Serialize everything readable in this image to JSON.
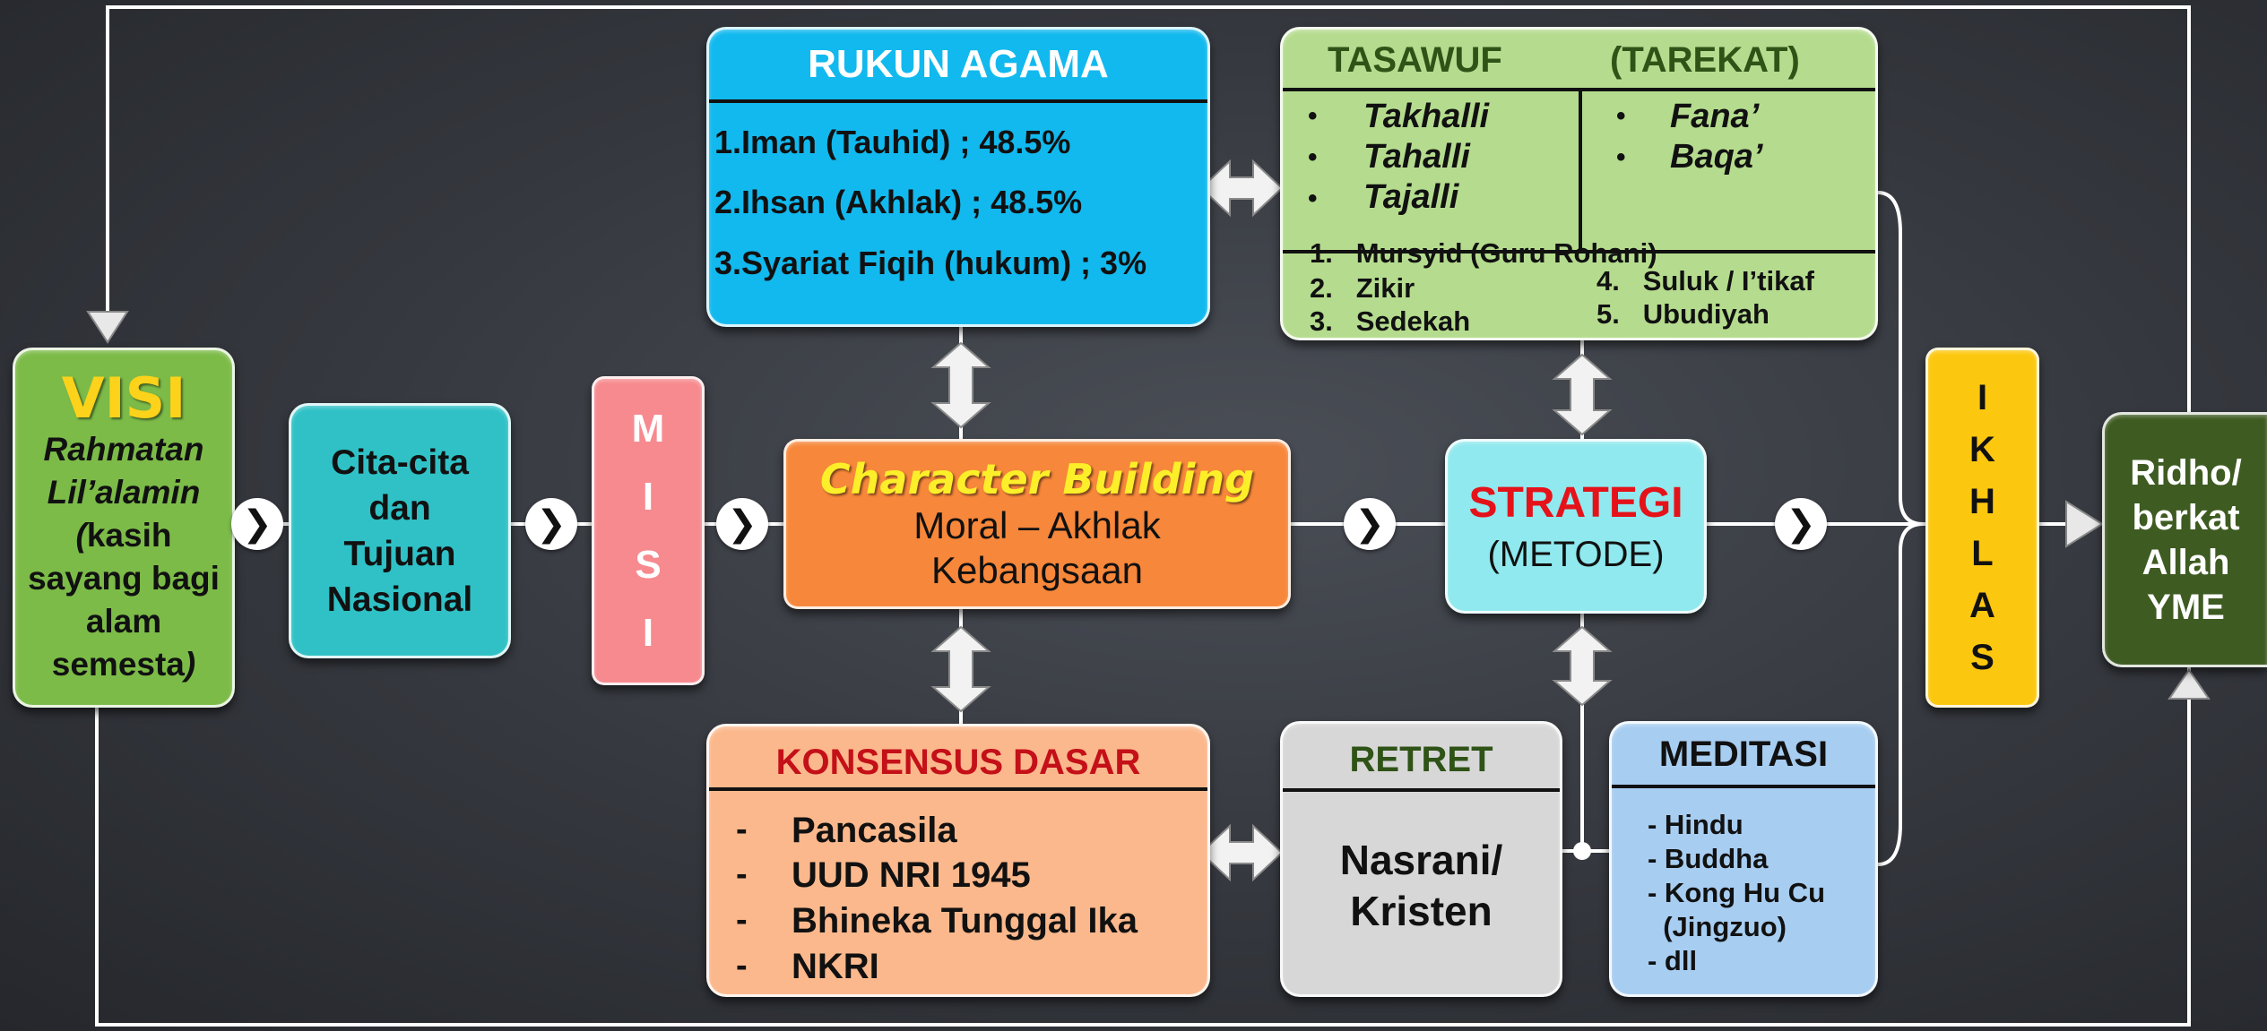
{
  "visi": {
    "title": "VISI",
    "line1": "Rahmatan",
    "line2": "Lil’alamin",
    "line3a": "(",
    "line3b": "kasih",
    "line4": "sayang bagi",
    "line5": "alam",
    "line6a": "semesta",
    "line6b": ")"
  },
  "cita": {
    "line1": "Cita-cita",
    "line2": "dan",
    "line3": "Tujuan",
    "line4": "Nasional"
  },
  "misi": {
    "letters": [
      "M",
      "I",
      "S",
      "I"
    ]
  },
  "character": {
    "title": "Character Building",
    "line1": "Moral – Akhlak",
    "line2": "Kebangsaan"
  },
  "strategi": {
    "title": "STRATEGI",
    "subtitle": "(METODE)"
  },
  "ikhlas": {
    "letters": [
      "I",
      "K",
      "H",
      "L",
      "A",
      "S"
    ]
  },
  "ridho": {
    "line1": "Ridho/",
    "line2": "berkat",
    "line3": "Allah",
    "line4": "YME"
  },
  "rukun": {
    "title": "RUKUN AGAMA",
    "items": [
      "1.Iman  (Tauhid) ; 48.5%",
      "2.Ihsan  (Akhlak) ; 48.5%",
      "3.Syariat Fiqih (hukum) ; 3%"
    ]
  },
  "tasawuf": {
    "title_left": "TASAWUF",
    "title_right": "(TAREKAT)",
    "left_items": [
      "Takhalli",
      "Tahalli",
      "Tajalli"
    ],
    "right_items": [
      "Fana’",
      "Baqa’"
    ],
    "bullet": "•",
    "numbered": [
      "1.   Mursyid (Guru Rohani)",
      "2.   Zikir",
      "3.   Sedekah",
      "4.   Suluk / I’tikaf",
      "5.   Ubudiyah"
    ]
  },
  "konsensus": {
    "title": "KONSENSUS DASAR",
    "items": [
      "Pancasila",
      "UUD NRI 1945",
      "Bhineka Tunggal Ika",
      "NKRI"
    ],
    "dash": "-"
  },
  "retret": {
    "title": "RETRET",
    "line1": "Nasrani/",
    "line2": "Kristen"
  },
  "meditasi": {
    "title": "MEDITASI",
    "items": [
      "- Hindu",
      "- Buddha",
      "- Kong Hu Cu",
      "  (Jingzuo)",
      "- dll"
    ]
  },
  "flow_chevron": "❯",
  "colors": {
    "visi": "#7cbb48",
    "cita": "#2fc1c6",
    "misi": "#f68a8f",
    "character": "#f7873a",
    "strategi": "#8fe9ee",
    "ikhlas": "#fcc70f",
    "ridho": "#3e5b21",
    "rukun": "#12b9ee",
    "tasawuf": "#b5dc8e",
    "konsensus": "#fbb88c",
    "retret": "#d7d7d7",
    "meditasi": "#a7cdf1"
  }
}
